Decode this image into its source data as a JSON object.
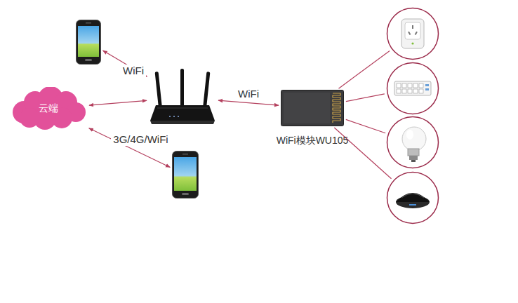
{
  "diagram": {
    "nodes": [
      {
        "text": []
      },
      {
        "text": [
          "云端"
        ]
      },
      {
        "text": []
      },
      {
        "text": []
      },
      {
        "text": [
          "WiFi模块WU105"
        ]
      },
      {
        "text": []
      },
      {
        "text": []
      },
      {
        "text": []
      },
      {
        "text": []
      }
    ],
    "edges": [
      {
        "from": 0,
        "to": 2,
        "label": "WiFi",
        "arrow": "both"
      },
      {
        "from": 1,
        "to": 2,
        "arrow": "both"
      },
      {
        "from": 1,
        "to": 3,
        "label": "3G/4G/WiFi",
        "arrow": "both"
      },
      {
        "from": 2,
        "to": 4,
        "label": "WiFi",
        "arrow": "both"
      },
      {
        "from": 4,
        "to": 5,
        "arrow": "none"
      },
      {
        "from": 4,
        "to": 6,
        "arrow": "none"
      },
      {
        "from": 4,
        "to": 7,
        "arrow": "none"
      },
      {
        "from": 4,
        "to": 8,
        "arrow": "none"
      }
    ]
  }
}
